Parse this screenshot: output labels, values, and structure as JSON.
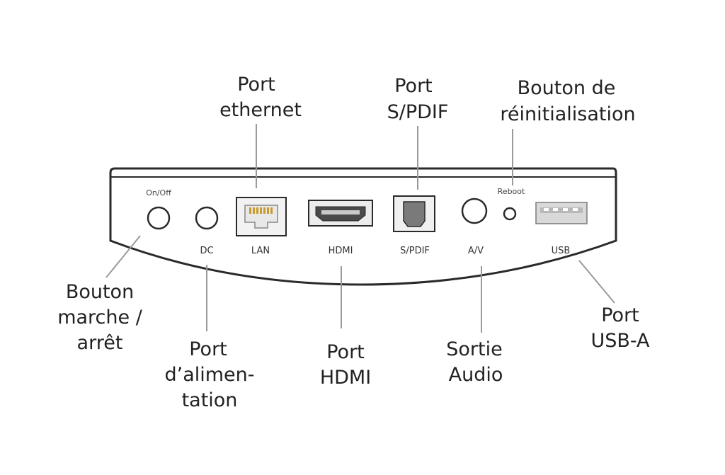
{
  "callouts": {
    "ethernet": [
      "Port",
      "ethernet"
    ],
    "spdif": [
      "Port",
      "S/PDIF"
    ],
    "reset": [
      "Bouton de",
      "réinitialisation"
    ],
    "power_button": [
      "Bouton",
      "marche /",
      "arrêt"
    ],
    "power_port": [
      "Port",
      "d’alimen-",
      "tation"
    ],
    "hdmi": [
      "Port",
      "HDMI"
    ],
    "audio": [
      "Sortie",
      "Audio"
    ],
    "usb": [
      "Port",
      "USB-A"
    ]
  },
  "device_labels": {
    "on_off": "On/Off",
    "reboot": "Reboot",
    "dc": "DC",
    "lan": "LAN",
    "hdmi": "HDMI",
    "spdif": "S/PDIF",
    "av": "A/V",
    "usb": "USB"
  },
  "colors": {
    "outline": "#2a2a2a",
    "leader": "#9a9a9a",
    "port_fill": "#d9d9d9",
    "port_dark": "#4a4a4a",
    "lan_pins": "#c99a2e"
  }
}
